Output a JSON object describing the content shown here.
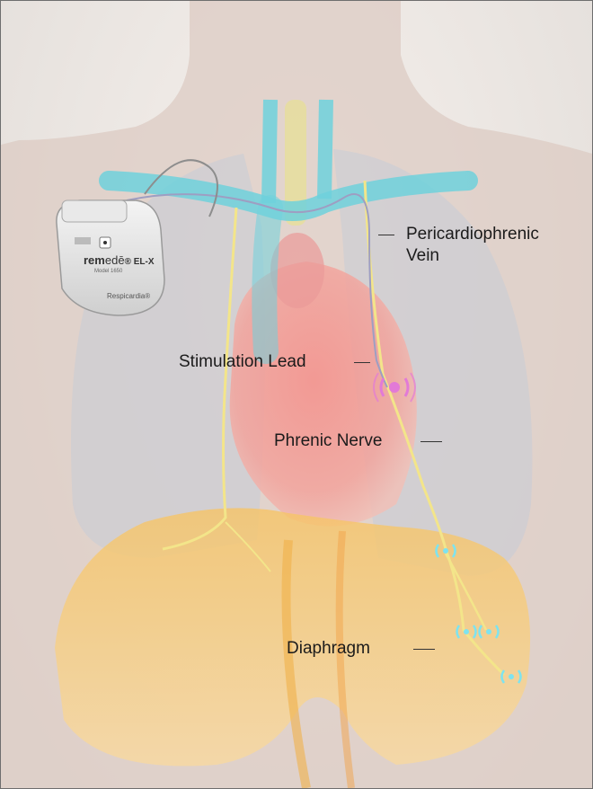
{
  "labels": {
    "pericardiophrenic_line1": "Pericardiophrenic",
    "pericardiophrenic_line2": "Vein",
    "stimulation_lead": "Stimulation Lead",
    "phrenic_nerve": "Phrenic Nerve",
    "diaphragm": "Diaphragm"
  },
  "device": {
    "brand_prefix": "rem",
    "brand_suffix": "edē",
    "model": "® EL-X",
    "model_number": "Model 1650",
    "maker": "Respicardia®"
  },
  "colors": {
    "skin": "#d9cbc4",
    "lung": "#c8ccd6",
    "vein": "#6fd1dc",
    "heart": "#f08a8a",
    "diaphragm": "#f7c35b",
    "nerve": "#f3e58a",
    "stimulation": "#e27ad7",
    "sensor": "#7ee3ef"
  }
}
